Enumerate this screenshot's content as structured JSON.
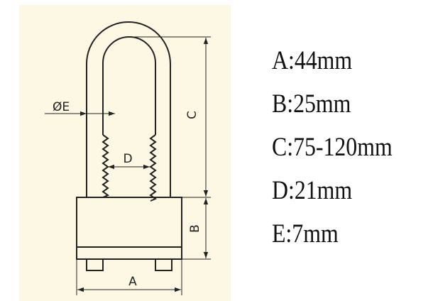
{
  "diagram": {
    "labels": {
      "a": "A",
      "b": "B",
      "c": "C",
      "d": "D",
      "e": "ØE"
    },
    "colors": {
      "background": "#fdf8e4",
      "stroke": "#222222"
    }
  },
  "specs": [
    {
      "text": "A:44mm"
    },
    {
      "text": "B:25mm"
    },
    {
      "text": "C:75-120mm"
    },
    {
      "text": "D:21mm"
    },
    {
      "text": "E:7mm"
    }
  ]
}
